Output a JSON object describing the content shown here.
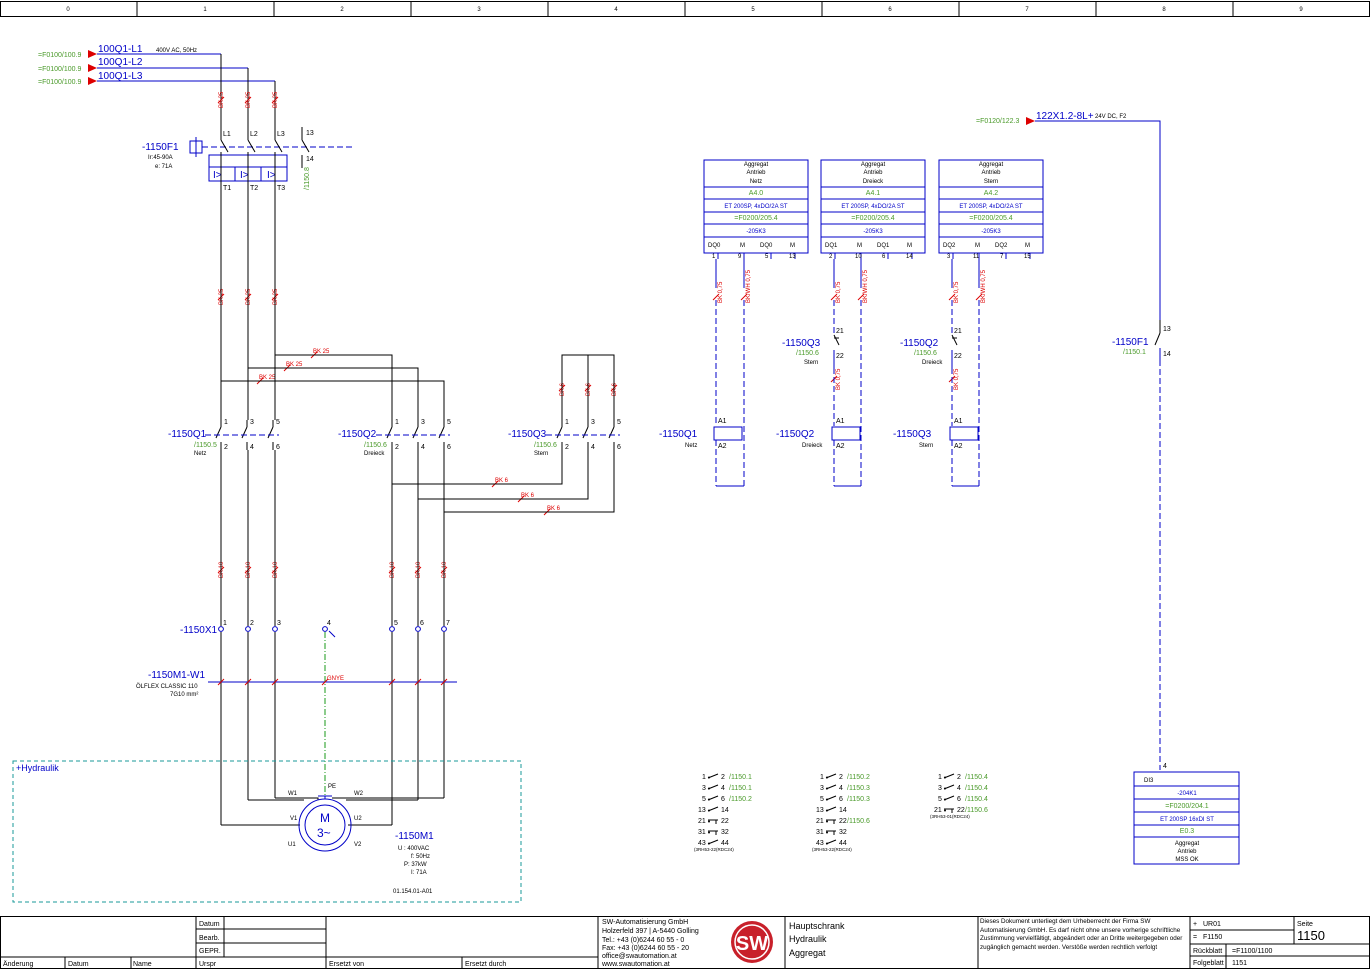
{
  "colors": {
    "wire": "#000000",
    "device": "#0000c8",
    "pe": "#1a9a1a",
    "cross_ref": "#4a9a2a",
    "wire_label": "#d00000",
    "location_frame": "#1a9a9a"
  },
  "columns": [
    "0",
    "1",
    "2",
    "3",
    "4",
    "5",
    "6",
    "7",
    "8",
    "9"
  ],
  "supply": {
    "refs": [
      "=F0100/100.9",
      "=F0100/100.9",
      "=F0100/100.9"
    ],
    "lines": [
      "100Q1-L1",
      "100Q1-L2",
      "100Q1-L3"
    ],
    "spec": "400V AC, 50Hz"
  },
  "dc_supply": {
    "ref": "=F0120/122.3",
    "tag": "122X1.2-8L+",
    "spec": "24V DC, F2"
  },
  "breaker": {
    "tag": "-1150F1",
    "setting1": "Ir:45-90A",
    "setting2": "e: 71A",
    "terminals_top": [
      "L1",
      "L2",
      "L3"
    ],
    "terminals_bot": [
      "T1",
      "T2",
      "T3"
    ],
    "trip": [
      "I>",
      "I>",
      "I>"
    ],
    "aux": [
      "13",
      "14"
    ],
    "aux_ref": "/1150.8"
  },
  "wire_labels": {
    "bk25": "BK 25",
    "bk6": "BK 6",
    "bk10": "BK 10",
    "bk075": "BK 0,75",
    "bkwh075": "BK/WH 0,75",
    "gnye": "GNYE"
  },
  "contactors": [
    {
      "tag": "-1150Q1",
      "ref": "/1150.5",
      "desc": "Netz",
      "pins": [
        "1",
        "3",
        "5",
        "2",
        "4",
        "6"
      ]
    },
    {
      "tag": "-1150Q2",
      "ref": "/1150.6",
      "desc": "Dreieck",
      "pins": [
        "1",
        "3",
        "5",
        "2",
        "4",
        "6"
      ]
    },
    {
      "tag": "-1150Q3",
      "ref": "/1150.6",
      "desc": "Stern",
      "pins": [
        "1",
        "3",
        "5",
        "2",
        "4",
        "6"
      ]
    }
  ],
  "terminal_strip": {
    "tag": "-1150X1",
    "pins": [
      "1",
      "2",
      "3",
      "4",
      "5",
      "6",
      "7"
    ]
  },
  "cable": {
    "tag": "-1150M1-W1",
    "type": "ÖLFLEX CLASSIC 110",
    "size": "7G10 mm²"
  },
  "location": {
    "name": "+Hydraulik"
  },
  "motor": {
    "tag": "-1150M1",
    "symbol_top": "M",
    "symbol_bot": "3~",
    "pe": "PE",
    "terminals": [
      "W1",
      "W2",
      "V1",
      "U2",
      "U1",
      "V2"
    ],
    "specs": [
      "U : 400VAC",
      "f: 50Hz",
      "P: 37kW",
      "I: 71A"
    ],
    "part": "01.154.01-A01"
  },
  "plc_outputs": [
    {
      "title": [
        "Aggregat",
        "Antrieb",
        "Netz"
      ],
      "addr": "A4.0",
      "module": "ET 200SP, 4xDO/2A ST",
      "ref": "=F0200/205.4",
      "slot": "-205K3",
      "chan": [
        "DQ0",
        "M",
        "DQ0",
        "M"
      ],
      "pins": [
        "1",
        "9",
        "5",
        "13"
      ]
    },
    {
      "title": [
        "Aggregat",
        "Antrieb",
        "Dreieck"
      ],
      "addr": "A4.1",
      "module": "ET 200SP, 4xDO/2A ST",
      "ref": "=F0200/205.4",
      "slot": "-205K3",
      "chan": [
        "DQ1",
        "M",
        "DQ1",
        "M"
      ],
      "pins": [
        "2",
        "10",
        "6",
        "14"
      ]
    },
    {
      "title": [
        "Aggregat",
        "Antrieb",
        "Stern"
      ],
      "addr": "A4.2",
      "module": "ET 200SP, 4xDO/2A ST",
      "ref": "=F0200/205.4",
      "slot": "-205K3",
      "chan": [
        "DQ2",
        "M",
        "DQ2",
        "M"
      ],
      "pins": [
        "3",
        "11",
        "7",
        "15"
      ]
    }
  ],
  "interlocks": [
    {
      "tag": "-1150Q3",
      "ref": "/1150.6",
      "desc": "Stern",
      "pins": [
        "21",
        "22"
      ]
    },
    {
      "tag": "-1150Q2",
      "ref": "/1150.6",
      "desc": "Dreieck",
      "pins": [
        "21",
        "22"
      ]
    }
  ],
  "coils": [
    {
      "tag": "-1150Q1",
      "ref": "",
      "desc": "Netz",
      "a1": "A1",
      "a2": "A2"
    },
    {
      "tag": "-1150Q2",
      "ref": "",
      "desc": "Dreieck",
      "a1": "A1",
      "a2": "A2"
    },
    {
      "tag": "-1150Q3",
      "ref": "",
      "desc": "Stern",
      "a1": "A1",
      "a2": "A2"
    }
  ],
  "aux_contact": {
    "tag": "-1150F1",
    "ref": "/1150.1",
    "pins": [
      "13",
      "14"
    ],
    "input_pin": "4"
  },
  "contact_images": [
    {
      "rows": [
        [
          "1",
          "2",
          "/1150.1"
        ],
        [
          "3",
          "4",
          "/1150.1"
        ],
        [
          "5",
          "6",
          "/1150.2"
        ],
        [
          "13",
          "14",
          ""
        ],
        [
          "21",
          "22",
          ""
        ],
        [
          "31",
          "32",
          ""
        ],
        [
          "43",
          "44",
          ""
        ]
      ],
      "part": "(3RH53-22(RDC24)"
    },
    {
      "rows": [
        [
          "1",
          "2",
          "/1150.2"
        ],
        [
          "3",
          "4",
          "/1150.3"
        ],
        [
          "5",
          "6",
          "/1150.3"
        ],
        [
          "13",
          "14",
          ""
        ],
        [
          "21",
          "22",
          "/1150.6"
        ],
        [
          "31",
          "32",
          ""
        ],
        [
          "43",
          "44",
          ""
        ]
      ],
      "part": "(3RH53-22(RDC24)"
    },
    {
      "rows": [
        [
          "1",
          "2",
          "/1150.4"
        ],
        [
          "3",
          "4",
          "/1150.4"
        ],
        [
          "5",
          "6",
          "/1150.4"
        ],
        [
          "21",
          "22",
          "/1150.6"
        ]
      ],
      "part": "(3RH53-01(RDC24)"
    }
  ],
  "plc_input": {
    "chan": "DI3",
    "slot": "-204K1",
    "ref": "=F0200/204.1",
    "module": "ET 200SP 16xDI ST",
    "addr": "E0.3",
    "text": [
      "Aggregat",
      "Antrieb",
      "MSS OK"
    ]
  },
  "title_block": {
    "rev_labels": [
      "Datum",
      "Bearb.",
      "GEPR."
    ],
    "bottom_labels": [
      "Änderung",
      "Datum",
      "Name",
      "Urspr",
      "Ersetzt von",
      "Ersetzt durch"
    ],
    "company": [
      "SW-Automatisierung GmbH",
      "Holzerfeld 397 | A-5440 Golling",
      "Tel.: +43 (0)6244 60 55 - 0",
      "Fax: +43 (0)6244 60 55 - 20",
      "office@swautomation.at",
      "www.swautomation.at"
    ],
    "logo": "SW",
    "desc": [
      "Hauptschrank",
      "Hydraulik",
      "Aggregat"
    ],
    "copyright": "Dieses Dokument unterliegt dem Urheberrecht der Firma SW Automatisierung GmbH. Es darf nicht ohne unsere vorherige schriftliche Zustimmung vervielfältigt, abgeändert oder an Dritte weitergegeben oder zugänglich gemacht werden. Verstöße werden rechtlich verfolgt",
    "eq_plus": "+",
    "eq_val": "UR01",
    "eq_eq": "=",
    "eq_func": "F1150",
    "back_label": "Rückblatt",
    "back_val": "=F1100/1100",
    "next_label": "Folgeblatt",
    "next_val": "1151",
    "page_label": "Seite",
    "page_val": "1150"
  }
}
